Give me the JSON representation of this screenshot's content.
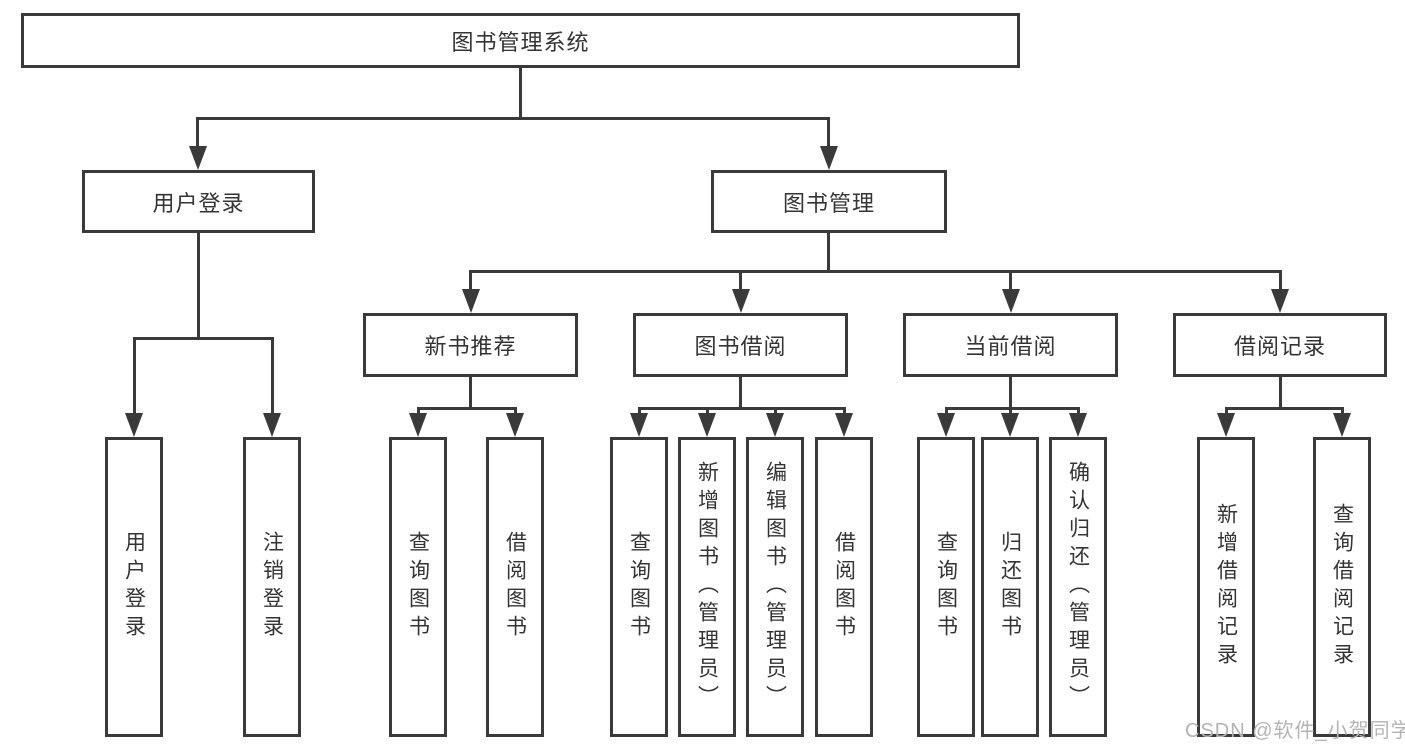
{
  "nodes": {
    "root": {
      "label": "图书管理系统"
    },
    "level2": [
      {
        "label": "用户登录"
      },
      {
        "label": "图书管理"
      }
    ],
    "level3": [
      {
        "label": "新书推荐"
      },
      {
        "label": "图书借阅"
      },
      {
        "label": "当前借阅"
      },
      {
        "label": "借阅记录"
      }
    ],
    "leaves": {
      "user_login": [
        "用户登录",
        "注销登录"
      ],
      "new_book_rec": [
        "查询图书",
        "借阅图书"
      ],
      "book_borrow": [
        "查询图书",
        "新增图书（管理员）",
        "编辑图书（管理员）",
        "借阅图书"
      ],
      "current_borrow": [
        "查询图书",
        "归还图书",
        "确认归还（管理员）"
      ],
      "borrow_records": [
        "新增借阅记录",
        "查询借阅记录"
      ]
    }
  },
  "watermark": "CSDN @软件_小贺同学",
  "colors": {
    "line": "#3a3a3a",
    "box_border": "#3a3a3a",
    "text": "#343434",
    "watermark": "#b4b4b4",
    "background": "#ffffff"
  }
}
